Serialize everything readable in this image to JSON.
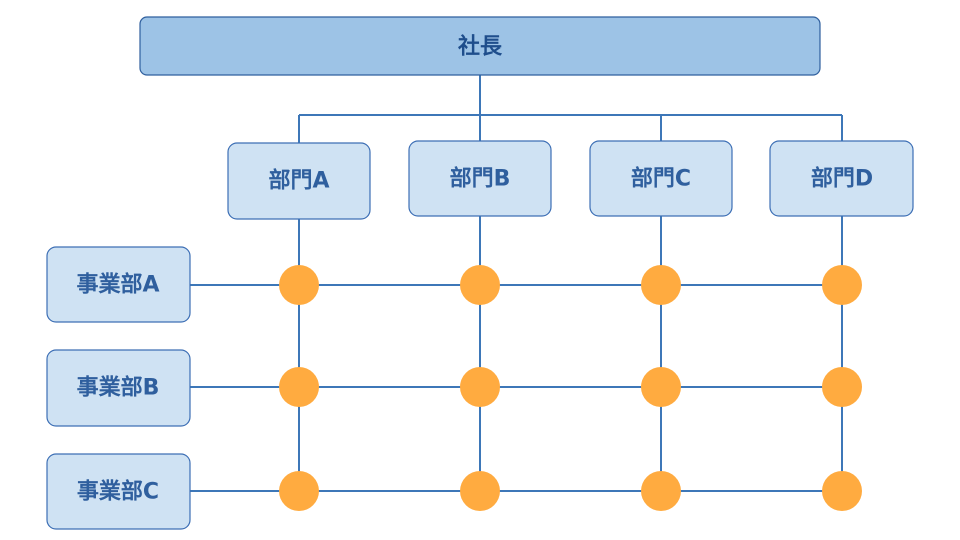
{
  "president": {
    "label": "社長"
  },
  "departments": [
    {
      "label": "部門A"
    },
    {
      "label": "部門B"
    },
    {
      "label": "部門C"
    },
    {
      "label": "部門D"
    }
  ],
  "divisions": [
    {
      "label": "事業部A"
    },
    {
      "label": "事業部B"
    },
    {
      "label": "事業部C"
    }
  ],
  "colors": {
    "president_fill": "#9dc3e6",
    "president_stroke": "#2f5f9e",
    "box_fill": "#cfe2f3",
    "box_stroke": "#3d6fb5",
    "line": "#3d77b8",
    "node": "#ffab40"
  }
}
